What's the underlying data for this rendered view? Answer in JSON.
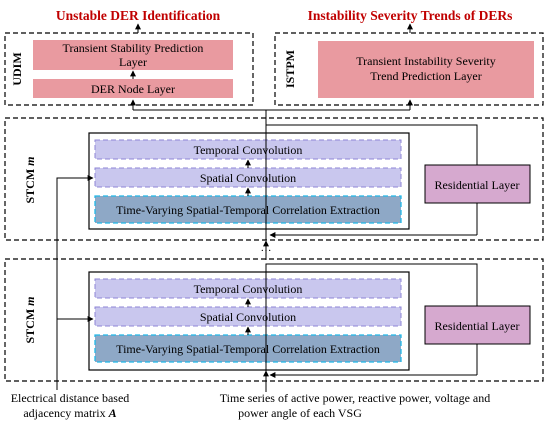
{
  "colors": {
    "pink": "#e99aa0",
    "lavender": "#c9c7ee",
    "lavender_border": "#8e86d6",
    "steel": "#8ea8c6",
    "cyan_border": "#20b8e8",
    "mauve": "#d6a9cf",
    "title_red": "#c00000"
  },
  "titles": {
    "left": "Unstable DER Identification",
    "right": "Instability Severity Trends of DERs"
  },
  "udim": {
    "label": "UDIM",
    "tsp_line1": "Transient Stability Prediction",
    "tsp_line2": "Layer",
    "der_node": "DER Node Layer"
  },
  "istpm": {
    "label": "ISTPM",
    "box_line1": "Transient Instability Severity",
    "box_line2": "Trend Prediction Layer"
  },
  "stcm": {
    "label_prefix": "STCM",
    "label_var": "m",
    "temporal": "Temporal Convolution",
    "spatial": "Spatial Convolution",
    "tvstc": "Time-Varying Spatial-Temporal Correlation Extraction",
    "residential": "Residential Layer"
  },
  "ellipsis": "…",
  "inputs": {
    "adjacency_line1": "Electrical distance based",
    "adjacency_line2_prefix": "adjacency matrix ",
    "adjacency_var": "A",
    "timeseries_line1": "Time series of active power, reactive power, voltage and",
    "timeseries_line2": "power angle of each VSG"
  }
}
